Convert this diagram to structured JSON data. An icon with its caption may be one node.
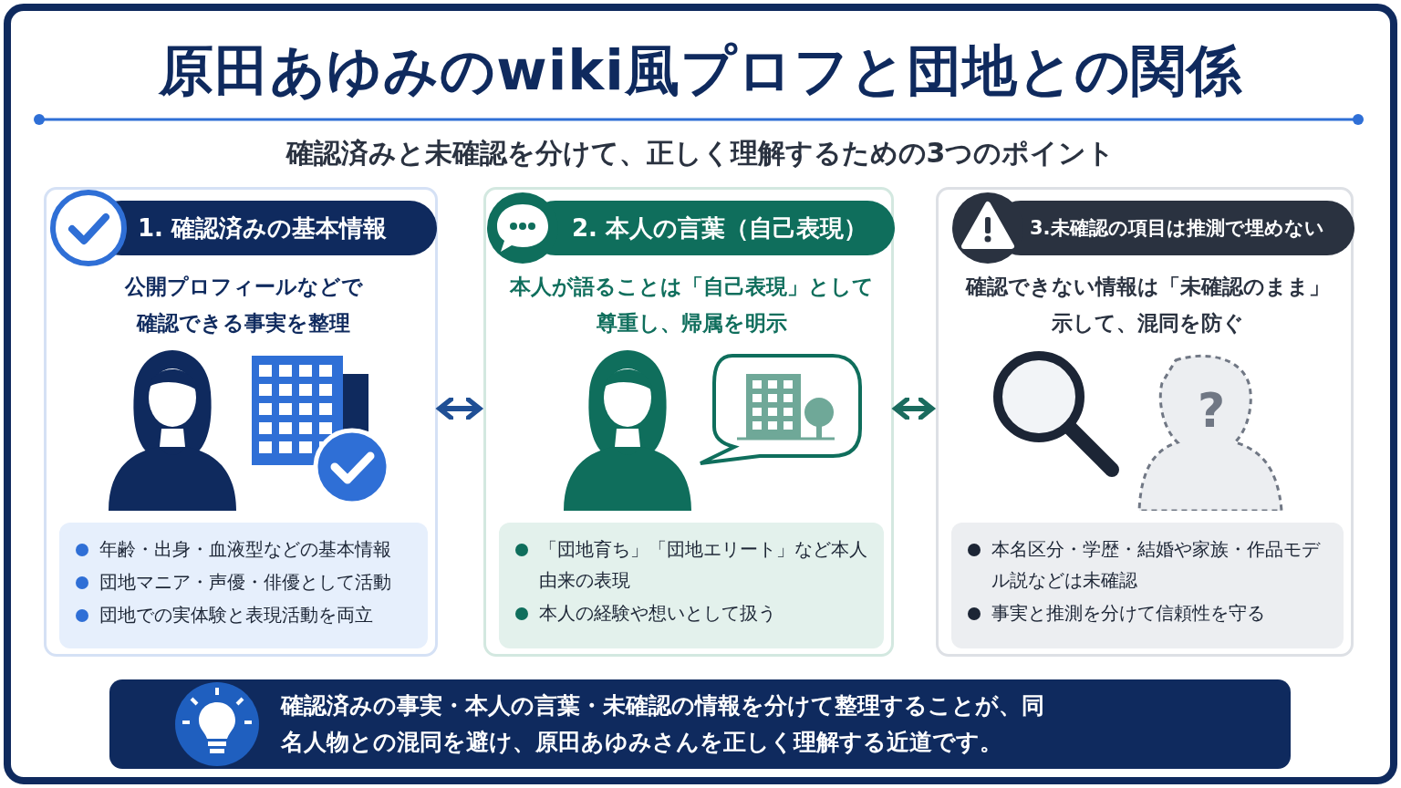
{
  "diagram": {
    "title": "原田あゆみのwiki風プロフと団地との関係",
    "nodes": [
      {
        "text": [
          "1. 確認済みの基本情報",
          "公開プロフィールなどで確認できる事実を整理",
          "年齢・出身・血液型などの基本情報",
          "団地マニア・声優・俳優として活動",
          "団地での実体験と表現活動を両立"
        ]
      },
      {
        "text": [
          "2. 本人の言葉（自己表現）",
          "本人が語ることは「自己表現」として尊重し、帰属を明示",
          "「団地育ち」「団地エリート」など本人由来の表現",
          "本人の経験や想いとして扱う"
        ]
      },
      {
        "text": [
          "3.未確認の項目は推測で埋めない",
          "確認できない情報は「未確認のまま」示して、混同を防ぐ",
          "本名区分・学歴・結婚や家族・作品モデル説などは未確認",
          "事実と推測を分けて信頼性を守る"
        ]
      },
      {
        "text": [
          "確認済みの事実・本人の言葉・未確認の情報を分けて整理することが、同名人物との混同を避け、原田あゆみさんを正しく理解する近道です。"
        ]
      }
    ],
    "edges": [
      {
        "from": 0,
        "to": 1,
        "arrow": "both",
        "color": "#1f4f95"
      },
      {
        "from": 1,
        "to": 2,
        "arrow": "both",
        "color": "#1a6b5e"
      }
    ],
    "labels": [
      "**確認済み**と**未確認**を分けて、正しく理解するための3つのポイント",
      "?"
    ]
  }
}
